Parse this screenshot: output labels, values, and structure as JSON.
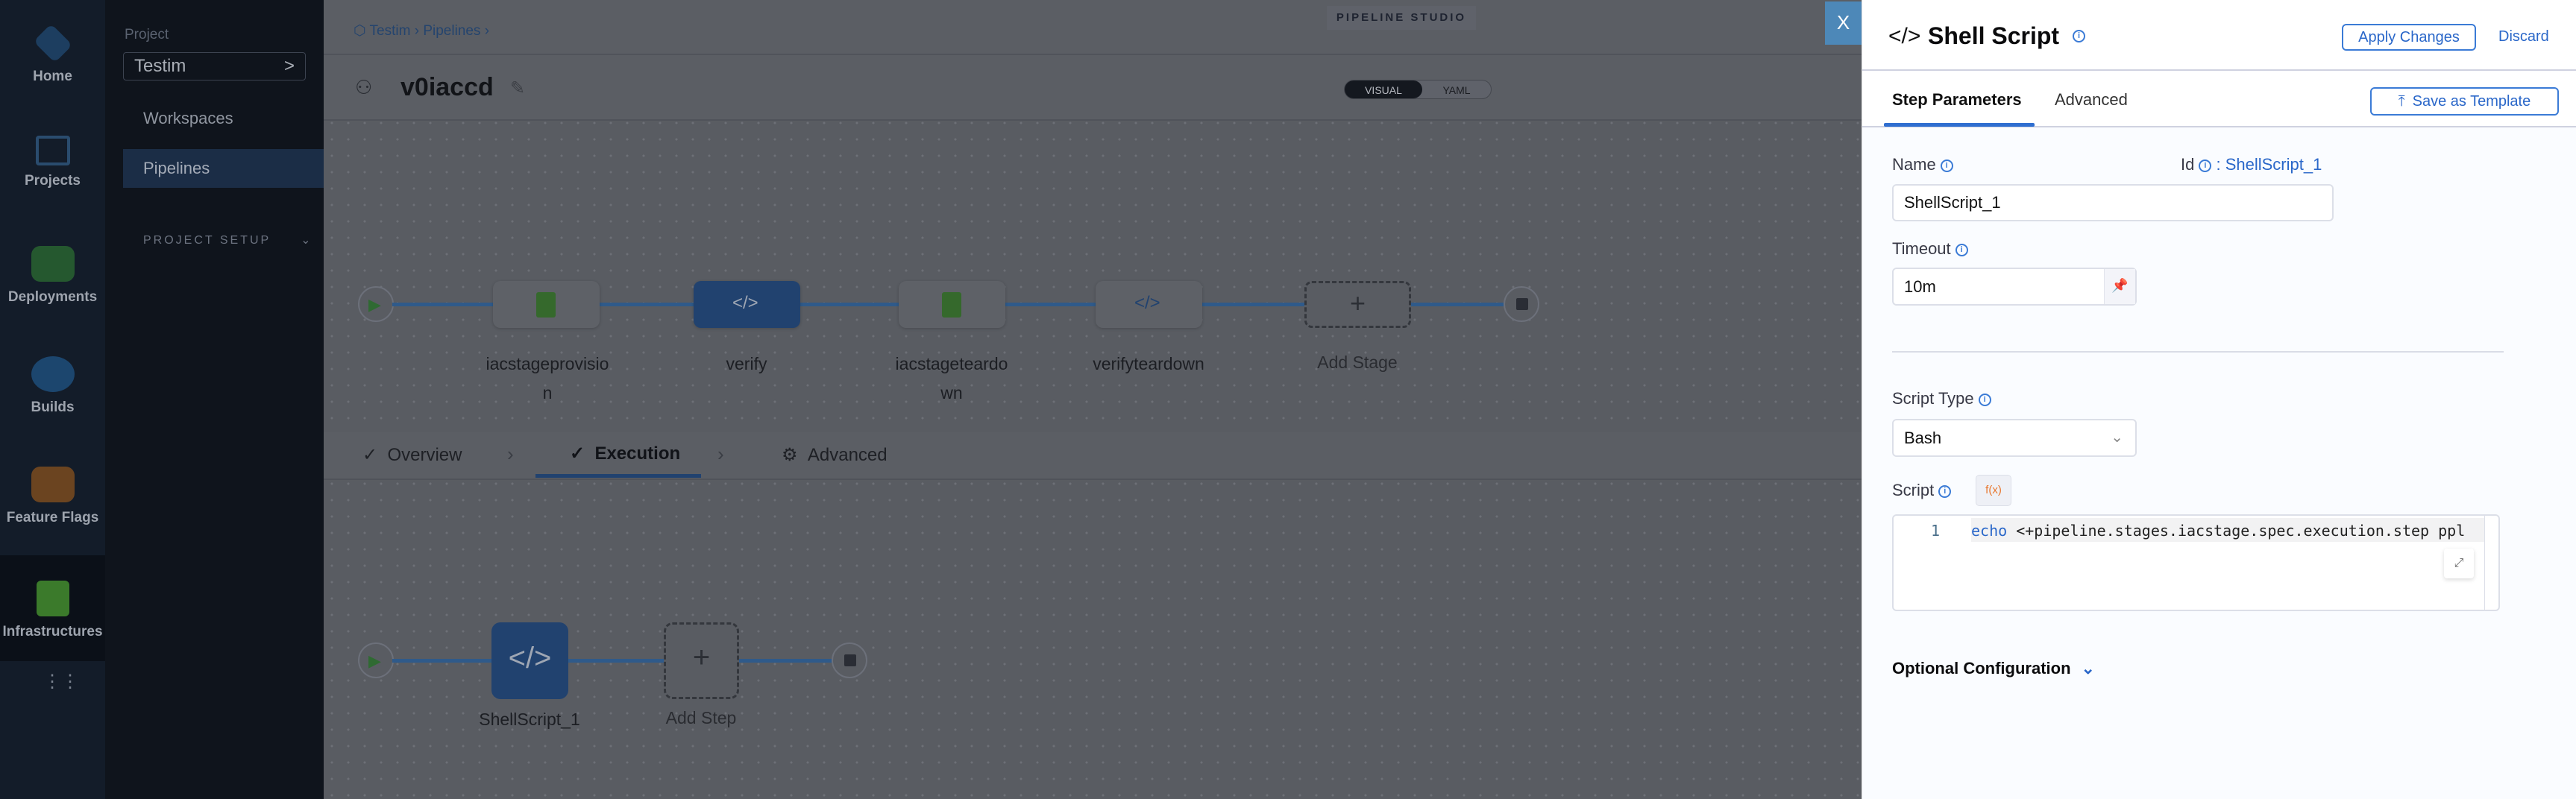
{
  "nav": {
    "items": [
      {
        "label": "Home",
        "icon": "home-icon"
      },
      {
        "label": "Projects",
        "icon": "projects-icon"
      },
      {
        "label": "Deployments",
        "icon": "deployments-icon"
      },
      {
        "label": "Builds",
        "icon": "builds-icon"
      },
      {
        "label": "Feature Flags",
        "icon": "feature-flags-icon"
      },
      {
        "label": "Infrastructures",
        "icon": "infrastructures-icon",
        "active": true
      }
    ]
  },
  "nav2": {
    "project_label": "Project",
    "project_value": "Testim",
    "items": [
      "Workspaces",
      "Pipelines"
    ],
    "active": "Pipelines",
    "section": "PROJECT SETUP"
  },
  "studio": {
    "breadcrumb": [
      "Testim",
      "Pipelines"
    ],
    "badge": "PIPELINE STUDIO",
    "pipeline_name": "v0iaccd",
    "view_toggle": [
      "VISUAL",
      "YAML"
    ],
    "active_view": "VISUAL",
    "stages": [
      {
        "name": "iacstageprovisio",
        "name2": "n",
        "type": "infra"
      },
      {
        "name": "verify",
        "type": "shell",
        "selected": true
      },
      {
        "name": "iacstageteardo",
        "name2": "wn",
        "type": "infra"
      },
      {
        "name": "verifyteardown",
        "type": "shell"
      }
    ],
    "add_stage": "Add Stage",
    "tabs": [
      "Overview",
      "Execution",
      "Advanced"
    ],
    "active_tab": "Execution",
    "steps": [
      {
        "name": "ShellScript_1"
      }
    ],
    "add_step": "Add Step"
  },
  "close_label": "X",
  "panel": {
    "title": "Shell Script",
    "apply": "Apply Changes",
    "discard": "Discard",
    "tabs": [
      "Step Parameters",
      "Advanced"
    ],
    "active_tab": "Step Parameters",
    "save_template": "Save as Template",
    "name_label": "Name",
    "name_value": "ShellScript_1",
    "id_label": "Id",
    "id_value": ": ShellScript_1",
    "timeout_label": "Timeout",
    "timeout_value": "10m",
    "script_type_label": "Script Type",
    "script_type_value": "Bash",
    "script_label": "Script",
    "fx_label": "f(x)",
    "line_no": "1",
    "code_keyword": "echo",
    "code_rest": " <+pipeline.stages.iacstage.spec.execution.step ppl",
    "optional": "Optional Configuration"
  },
  "colors": {
    "accent": "#3b7bd6",
    "nav_bg": "#0b1a30",
    "infra_green": "#4dac3c",
    "shell_blue": "#2f6ed0"
  }
}
